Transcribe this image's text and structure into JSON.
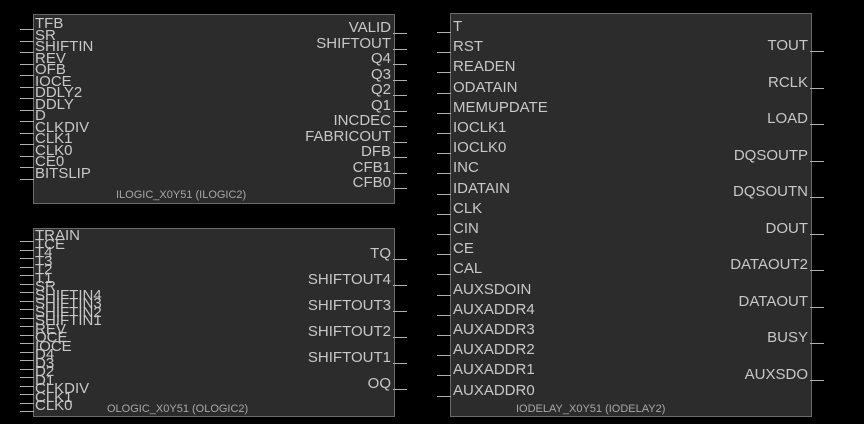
{
  "ilogic": {
    "caption": "ILOGIC_X0Y51 (ILOGIC2)",
    "left_pins": [
      "TFB",
      "SR",
      "SHIFTIN",
      "REV",
      "OFB",
      "IOCE",
      "DDLY2",
      "DDLY",
      "D",
      "CLKDIV",
      "CLK1",
      "CLK0",
      "CE0",
      "BITSLIP"
    ],
    "right_pins": [
      "VALID",
      "SHIFTOUT",
      "Q4",
      "Q3",
      "Q2",
      "Q1",
      "INCDEC",
      "FABRICOUT",
      "DFB",
      "CFB1",
      "CFB0"
    ]
  },
  "ologic": {
    "caption": "OLOGIC_X0Y51 (OLOGIC2)",
    "left_pins": [
      "TRAIN",
      "TCE",
      "T4",
      "T3",
      "T2",
      "T1",
      "SR",
      "SHIFTIN4",
      "SHIFTIN3",
      "SHIFTIN2",
      "SHIFTIN1",
      "REV",
      "OCE",
      "IOCE",
      "D4",
      "D3",
      "D2",
      "D1",
      "CLKDIV",
      "CLK1",
      "CLK0"
    ],
    "right_pins": [
      "TQ",
      "SHIFTOUT4",
      "SHIFTOUT3",
      "SHIFTOUT2",
      "SHIFTOUT1",
      "OQ"
    ]
  },
  "iodelay": {
    "caption": "IODELAY_X0Y51 (IODELAY2)",
    "left_pins": [
      "T",
      "RST",
      "READEN",
      "ODATAIN",
      "MEMUPDATE",
      "IOCLK1",
      "IOCLK0",
      "INC",
      "IDATAIN",
      "CLK",
      "CIN",
      "CE",
      "CAL",
      "AUXSDOIN",
      "AUXADDR4",
      "AUXADDR3",
      "AUXADDR2",
      "AUXADDR1",
      "AUXADDR0"
    ],
    "right_pins": [
      "TOUT",
      "RCLK",
      "LOAD",
      "DQSOUTP",
      "DQSOUTN",
      "DOUT",
      "DATAOUT2",
      "DATAOUT",
      "BUSY",
      "AUXSDO"
    ]
  }
}
